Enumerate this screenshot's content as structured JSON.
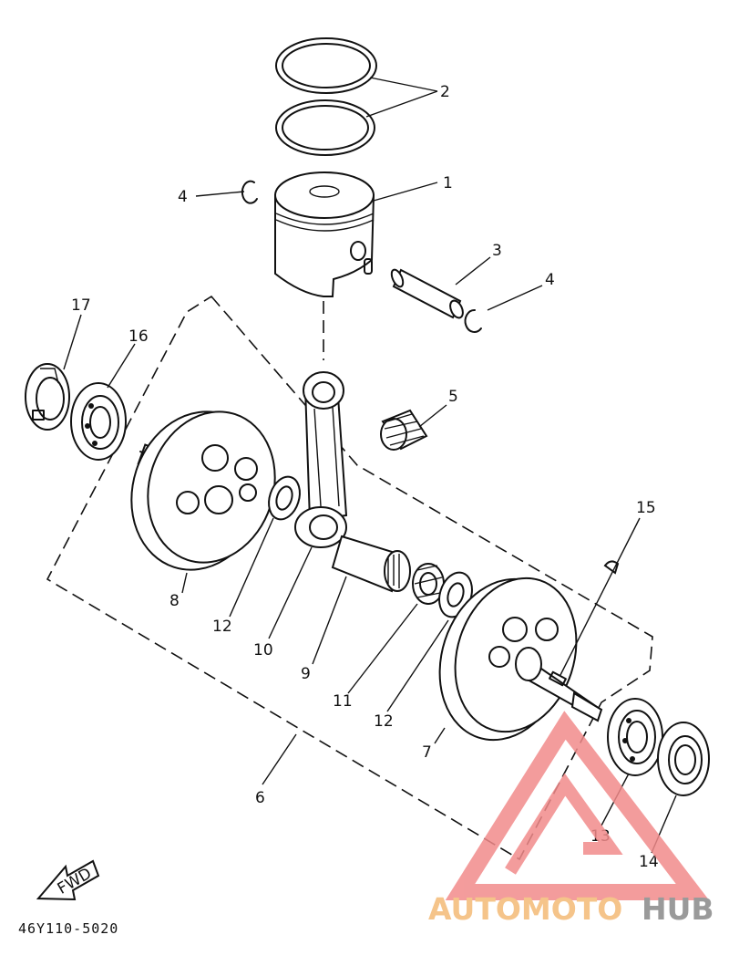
{
  "diagram": {
    "part_code": "46Y110-5020",
    "fwd_label": "FWD",
    "callouts": [
      "1",
      "2",
      "3",
      "4",
      "4",
      "5",
      "6",
      "7",
      "8",
      "9",
      "10",
      "11",
      "12",
      "12",
      "13",
      "14",
      "15",
      "16",
      "17"
    ]
  },
  "watermark": {
    "part1": "AUTOMOTO",
    "part2": "HUB",
    "colors": {
      "part1": "#f5c48a",
      "part2": "#9a9a9a",
      "logo": "#f28b8b"
    }
  }
}
